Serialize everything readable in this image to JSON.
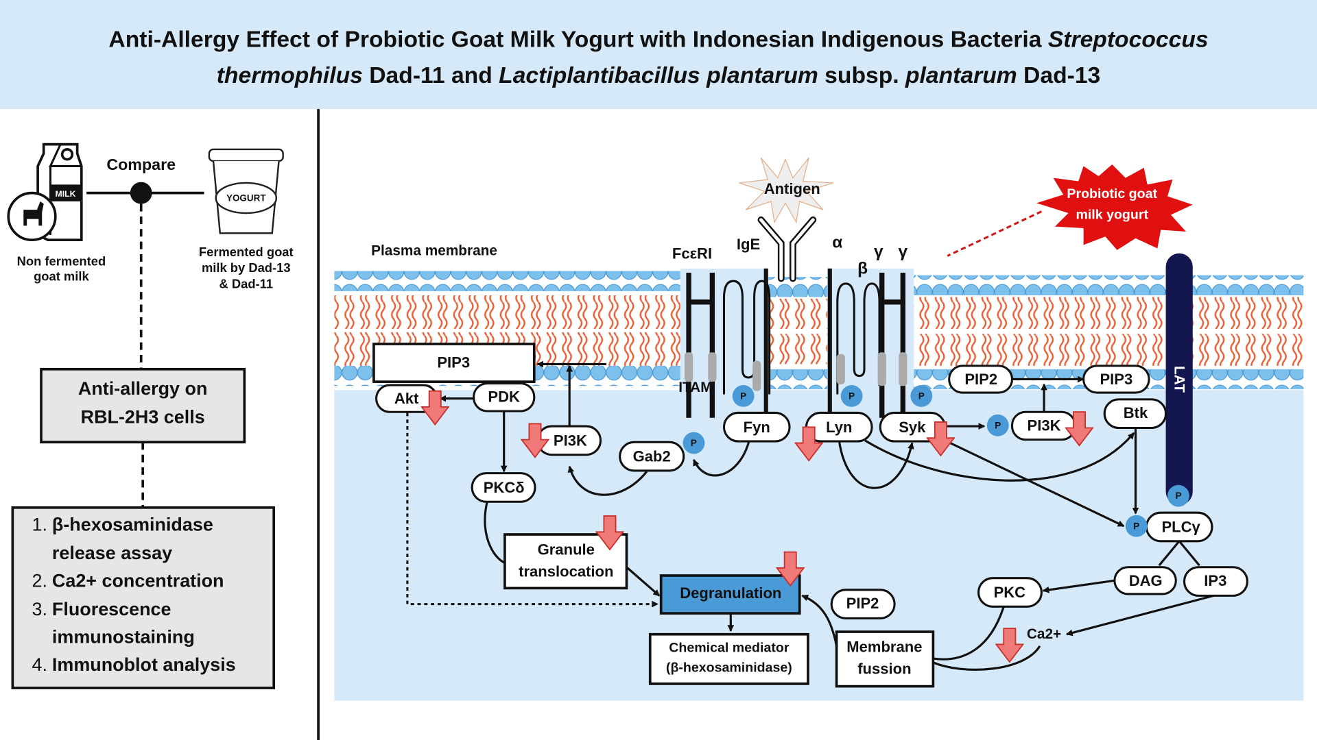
{
  "header": {
    "title_line1_a": "Anti-Allergy Effect of Probiotic Goat Milk Yogurt with Indonesian Indigenous Bacteria ",
    "title_line1_b": "Streptococcus",
    "title_line2_a": "thermophilus",
    "title_line2_b": " Dad-11 and ",
    "title_line2_c": "Lactiplantibacillus plantarum",
    "title_line2_d": " subsp. ",
    "title_line2_e": "plantarum",
    "title_line2_f": " Dad-13"
  },
  "left": {
    "milk_label": "MILK",
    "yogurt_label": "YOGURT",
    "compare": "Compare",
    "non_fermented": [
      "Non fermented",
      "goat milk"
    ],
    "fermented": [
      "Fermented goat",
      "milk by Dad-13",
      "& Dad-11"
    ],
    "anti_allergy": [
      "Anti-allergy on",
      "RBL-2H3 cells"
    ],
    "methods": [
      {
        "num": "1.",
        "lines": [
          "β-hexosaminidase",
          "release assay"
        ]
      },
      {
        "num": "2.",
        "lines": [
          "Ca2+ concentration"
        ]
      },
      {
        "num": "3.",
        "lines": [
          "Fluorescence",
          "immunostaining"
        ]
      },
      {
        "num": "4.",
        "lines": [
          "Immunoblot analysis"
        ]
      }
    ]
  },
  "pathway": {
    "plasma_membrane": "Plasma membrane",
    "antigen": "Antigen",
    "probiotic": [
      "Probiotic goat",
      "milk yogurt"
    ],
    "fceri": "FcεRI",
    "ige": "IgE",
    "alpha": "α",
    "beta": "β",
    "gamma1": "γ",
    "gamma2": "γ",
    "itam": "ITAM",
    "lat": "LAT",
    "p": "P",
    "nodes": {
      "pip3_left": "PIP3",
      "akt": "Akt",
      "pdk": "PDK",
      "pi3k_left": "PI3K",
      "pkcd": "PKCδ",
      "gab2": "Gab2",
      "fyn": "Fyn",
      "lyn": "Lyn",
      "syk": "Syk",
      "pi3k_right": "PI3K",
      "pip2_right": "PIP2",
      "pip3_right": "PIP3",
      "btk": "Btk",
      "plcg": "PLCγ",
      "dag": "DAG",
      "ip3": "IP3",
      "pkc": "PKC",
      "ca": "Ca2+",
      "pip2_center": "PIP2",
      "degranulation": "Degranulation",
      "granule": [
        "Granule",
        "translocation"
      ],
      "chemical": [
        "Chemical mediator",
        "(β-hexosaminidase)"
      ],
      "membrane_fusion": [
        "Membrane",
        "fussion"
      ]
    }
  },
  "colors": {
    "header_bg": "#d6e9f8",
    "cell_bg": "#d6e9f8",
    "lat": "#14164f",
    "degranulation": "#4a9ad8",
    "phospho": "#4a9ad8",
    "down_arrow": "#f07a78",
    "probiotic_burst": "#e01010"
  }
}
